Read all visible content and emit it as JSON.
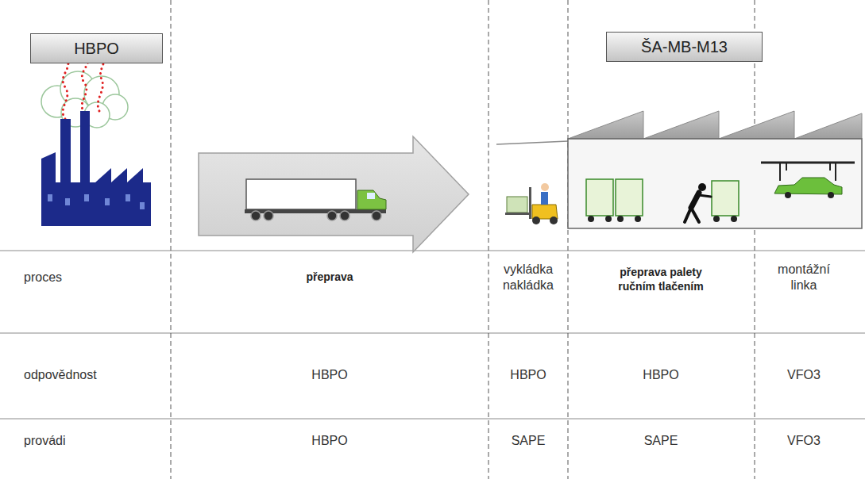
{
  "diagram": {
    "nodes": [
      {
        "text": [
          "HBPO"
        ]
      },
      {
        "text": [
          "ŠA-MB-M13"
        ]
      }
    ],
    "labels": [
      "proces",
      "přeprava",
      "vykládka nakládka",
      "přeprava palety ručním tlačením",
      "montážní linka",
      "odpovědnost",
      "HBPO",
      "HBPO",
      "HBPO",
      "VFO3",
      "provádi",
      "HBPO",
      "SAPE",
      "SAPE",
      "VFO3"
    ]
  }
}
